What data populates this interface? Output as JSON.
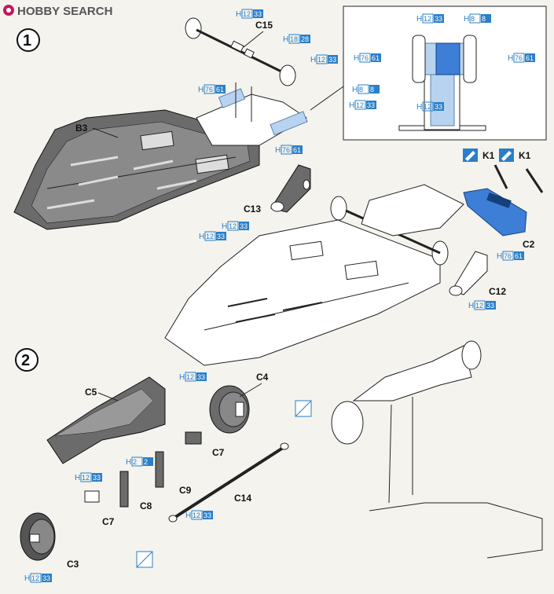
{
  "brand": {
    "prefix": "H",
    "word": "OBBY SEARCH",
    "tail": "SEARCH",
    "full": "HOBBY SEARCH"
  },
  "steps": [
    "1",
    "2"
  ],
  "parts": {
    "C15": "C15",
    "B3": "B3",
    "C13": "C13",
    "K1a": "K1",
    "K1b": "K1",
    "C2": "C2",
    "C12": "C12",
    "C5": "C5",
    "C4": "C4",
    "C7a": "C7",
    "C9": "C9",
    "C8": "C8",
    "C7b": "C7",
    "C14": "C14",
    "C3": "C3"
  },
  "paint_codes": [
    {
      "id": "p1",
      "h": "H",
      "a": "12",
      "b": "33"
    },
    {
      "id": "p2",
      "h": "H",
      "a": "18",
      "b": "28"
    },
    {
      "id": "p3",
      "h": "H",
      "a": "12",
      "b": "33"
    },
    {
      "id": "p4",
      "h": "H",
      "a": "76",
      "b": "61"
    },
    {
      "id": "p5",
      "h": "H",
      "a": "76",
      "b": "61"
    },
    {
      "id": "p6",
      "h": "H",
      "a": "12",
      "b": "33"
    },
    {
      "id": "p7",
      "h": "H",
      "a": "12",
      "b": "33"
    },
    {
      "id": "p8",
      "h": "H",
      "a": "8",
      "b": "8"
    },
    {
      "id": "p9",
      "h": "H",
      "a": "76",
      "b": "61"
    },
    {
      "id": "p10",
      "h": "H",
      "a": "76",
      "b": "61"
    },
    {
      "id": "p11",
      "h": "H",
      "a": "8",
      "b": "8"
    },
    {
      "id": "p12",
      "h": "H",
      "a": "12",
      "b": "33"
    },
    {
      "id": "p13",
      "h": "H",
      "a": "12",
      "b": "33"
    },
    {
      "id": "p14",
      "h": "H",
      "a": "76",
      "b": "61"
    },
    {
      "id": "p15",
      "h": "H",
      "a": "12",
      "b": "33"
    },
    {
      "id": "p16",
      "h": "H",
      "a": "12",
      "b": "33"
    },
    {
      "id": "p17",
      "h": "H",
      "a": "12",
      "b": "33"
    },
    {
      "id": "p18",
      "h": "H",
      "a": "2",
      "b": "2"
    },
    {
      "id": "p19",
      "h": "H",
      "a": "12",
      "b": "33"
    },
    {
      "id": "p20",
      "h": "H",
      "a": "12",
      "b": "33"
    },
    {
      "id": "p21",
      "h": "H",
      "a": "12",
      "b": "33"
    }
  ],
  "colors": {
    "paint_code": "#2a7fc8",
    "highlight_part": "#3d7fd6",
    "light_part": "#b8d3f0"
  },
  "icons": {
    "cement": "glue-icon",
    "no_cement": "no-glue-icon"
  }
}
